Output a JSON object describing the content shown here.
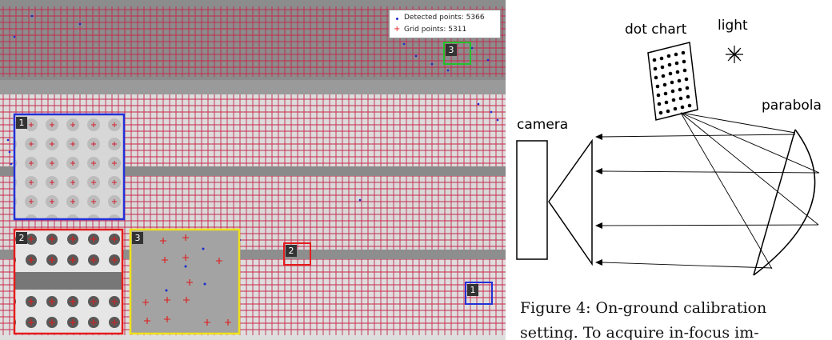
{
  "left_figure": {
    "legend": {
      "detected": "Detected points: 5366",
      "grid": "Grid points: 5311"
    },
    "colors": {
      "detected": "#1b2bd1",
      "grid": "#e01b1b",
      "box_blue": "#2230d8",
      "box_red": "#e51c1c",
      "box_green": "#22c02a",
      "box_yellow": "#f0e01a"
    },
    "inset_badges": [
      "1",
      "2",
      "3"
    ],
    "marker_badges": [
      "3",
      "2",
      "1"
    ]
  },
  "right_figure": {
    "labels": {
      "dot_chart": "dot chart",
      "light": "light",
      "camera": "camera",
      "parabola": "parabola"
    },
    "caption_line1": "Figure 4:  On-ground calibration",
    "caption_line2": "setting.   To acquire in-focus im-"
  }
}
